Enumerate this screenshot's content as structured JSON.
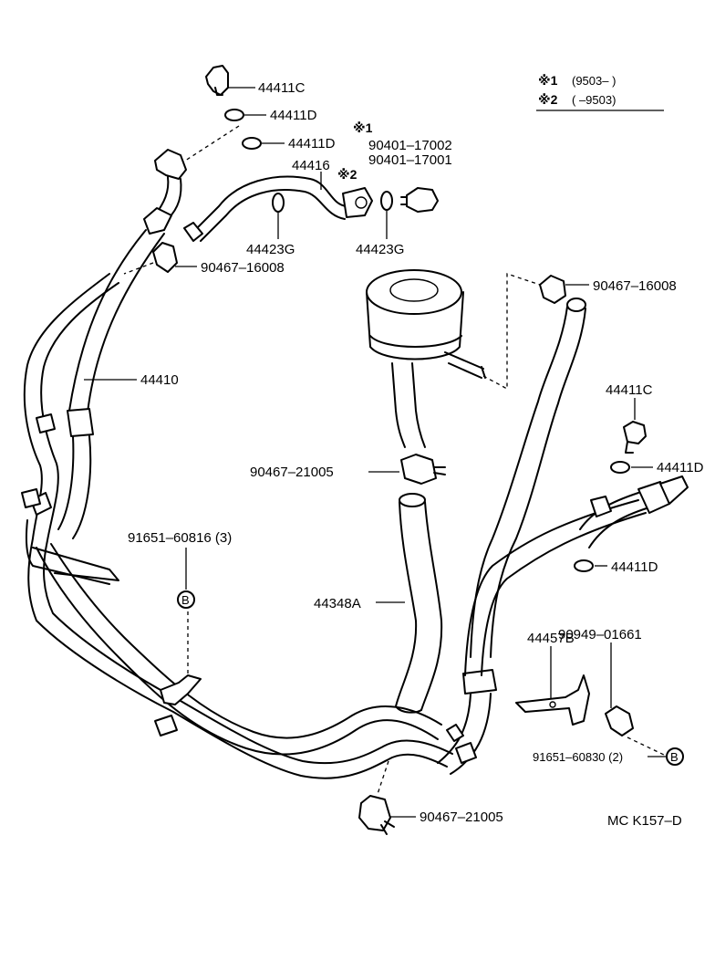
{
  "legend": {
    "row1_symbol": "※1",
    "row1_range": "(9503–        )",
    "row2_symbol": "※2",
    "row2_range": "(        –9503)"
  },
  "labels": {
    "p44411c_top": "44411C",
    "p44411d_top1": "44411D",
    "p44411d_top2": "44411D",
    "note1_mark": "※1",
    "p90401_17002": "90401–17002",
    "p90401_17001": "90401–17001",
    "p44416": "44416",
    "note2_mark": "※2",
    "p44423g_left": "44423G",
    "p44423g_right": "44423G",
    "p90467_16008_left": "90467–16008",
    "p90467_16008_right": "90467–16008",
    "p44410": "44410",
    "p44411c_right": "44411C",
    "p44411d_right1": "44411D",
    "p44411d_right2": "44411D",
    "p90467_21005_mid": "90467–21005",
    "p91651_60816": "91651–60816 (3)",
    "p44348a": "44348A",
    "p90949_01661": "90949–01661",
    "p44457b": "44457B",
    "p91651_60830": "91651–60830 (2)",
    "p90467_21005_bottom": "90467–21005",
    "ref_b_left": "B",
    "ref_b_right": "B",
    "diagram_code": "MC  K157–D"
  }
}
